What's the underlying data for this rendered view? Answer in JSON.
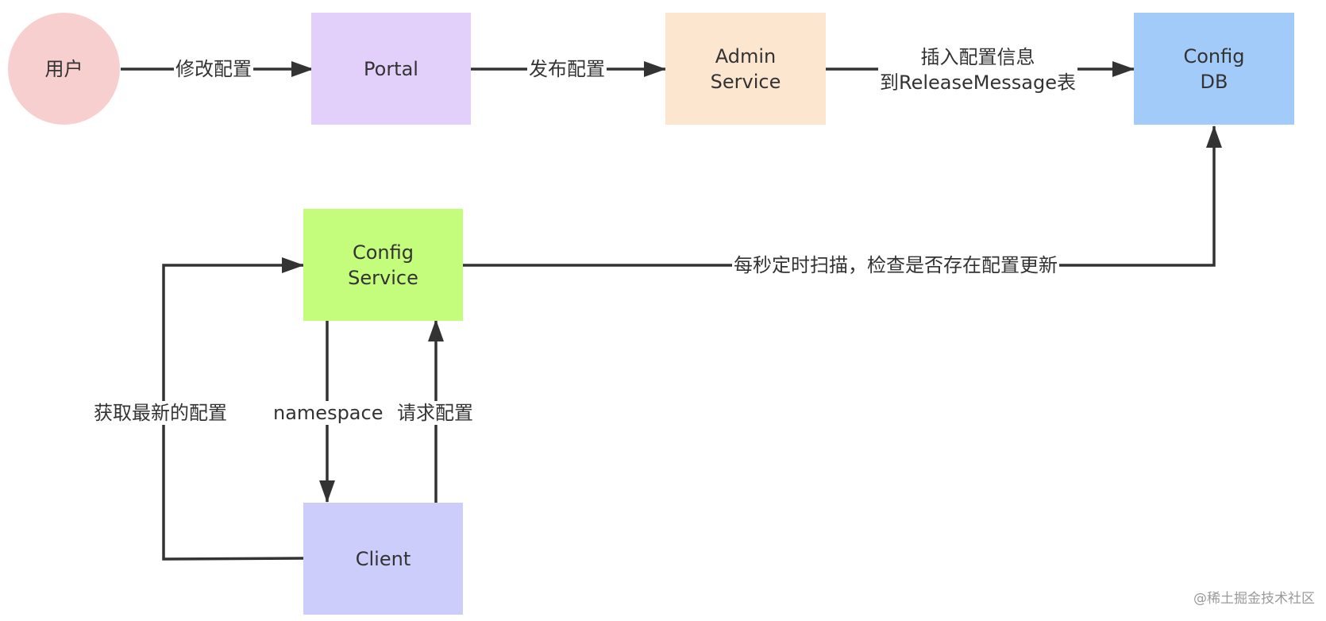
{
  "nodes": {
    "user": {
      "label": "用户",
      "color": "#f7cfcf"
    },
    "portal": {
      "label": "Portal",
      "color": "#e2d0fa"
    },
    "admin": {
      "line1": "Admin",
      "line2": "Service",
      "color": "#fce6d0"
    },
    "configdb": {
      "line1": "Config",
      "line2": "DB",
      "color": "#a3cbfa"
    },
    "configservice": {
      "line1": "Config",
      "line2": "Service",
      "color": "#c3fd7b"
    },
    "client": {
      "label": "Client",
      "color": "#cccdfa"
    }
  },
  "edges": {
    "modify": "修改配置",
    "publish": "发布配置",
    "insert_line1": "插入配置信息",
    "insert_line2": "到ReleaseMessage表",
    "scan": "每秒定时扫描，检查是否存在配置更新",
    "fetch_latest": "获取最新的配置",
    "namespace": "namespace",
    "request": "请求配置"
  },
  "watermark": "@稀土掘金技术社区",
  "colors": {
    "line": "#333333"
  }
}
